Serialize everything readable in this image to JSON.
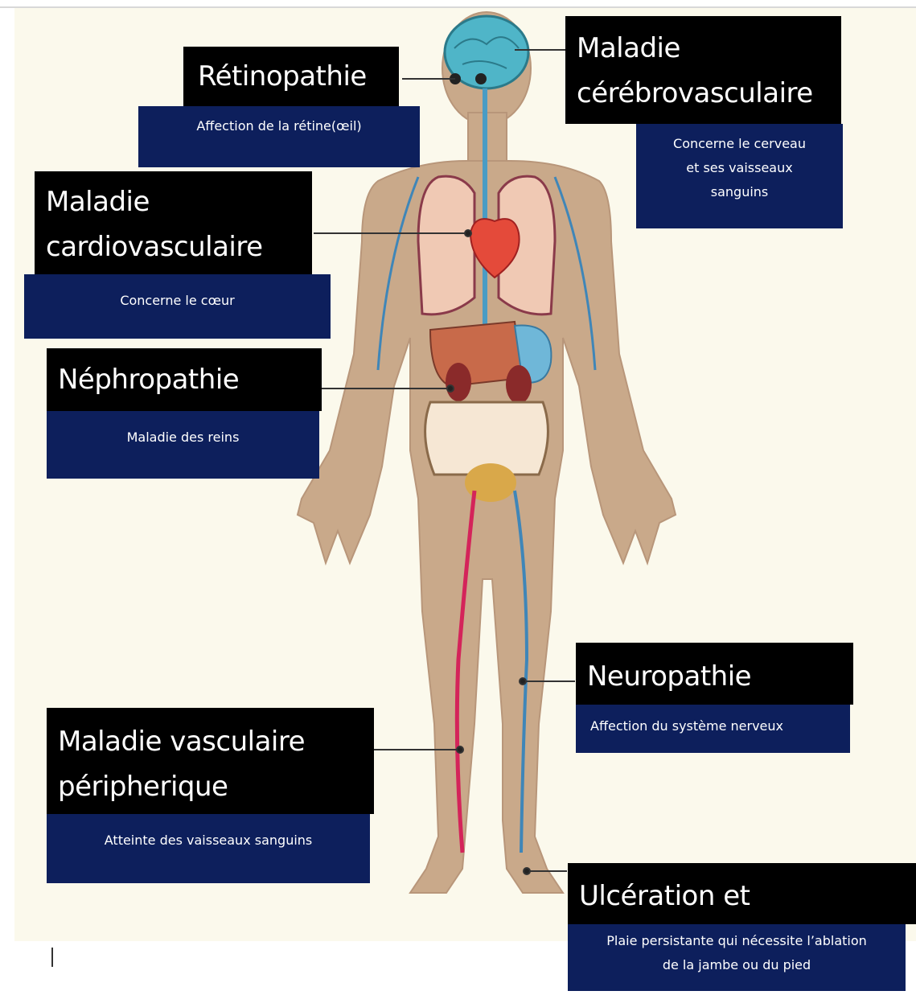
{
  "callouts": [
    {
      "title": "Rétinopathie",
      "desc": "Affection de la rétine(œil)"
    },
    {
      "title": "Maladie cérébrovasculaire",
      "title_lines": [
        "Maladie",
        "cérébrovasculaire"
      ],
      "desc_lines": [
        "Concerne le cerveau",
        "et ses vaisseaux",
        "sanguins"
      ]
    },
    {
      "title_lines": [
        "Maladie",
        "cardiovasculaire"
      ],
      "desc": "Concerne le cœur"
    },
    {
      "title": "Néphropathie",
      "desc": "Maladie des reins"
    },
    {
      "title": "Neuropathie",
      "desc": "Affection du système nerveux"
    },
    {
      "title_lines": [
        "Maladie vasculaire",
        "péripherique"
      ],
      "desc": "Atteinte des vaisseaux sanguins"
    },
    {
      "title": "Ulcération et amputation",
      "desc_lines": [
        "Plaie persistante qui nécessite l’ablation",
        "de la jambe ou du pied"
      ]
    }
  ],
  "colors": {
    "label_bg": "#000000",
    "desc_bg": "#0d1f5c",
    "skin": "#c9a98a",
    "artery": "#d4245a",
    "vein": "#3f86b8"
  },
  "icons": {
    "body": "human-body-anatomy-icon",
    "brain": "brain-icon",
    "heart": "heart-icon",
    "kidney": "kidney-icon"
  }
}
